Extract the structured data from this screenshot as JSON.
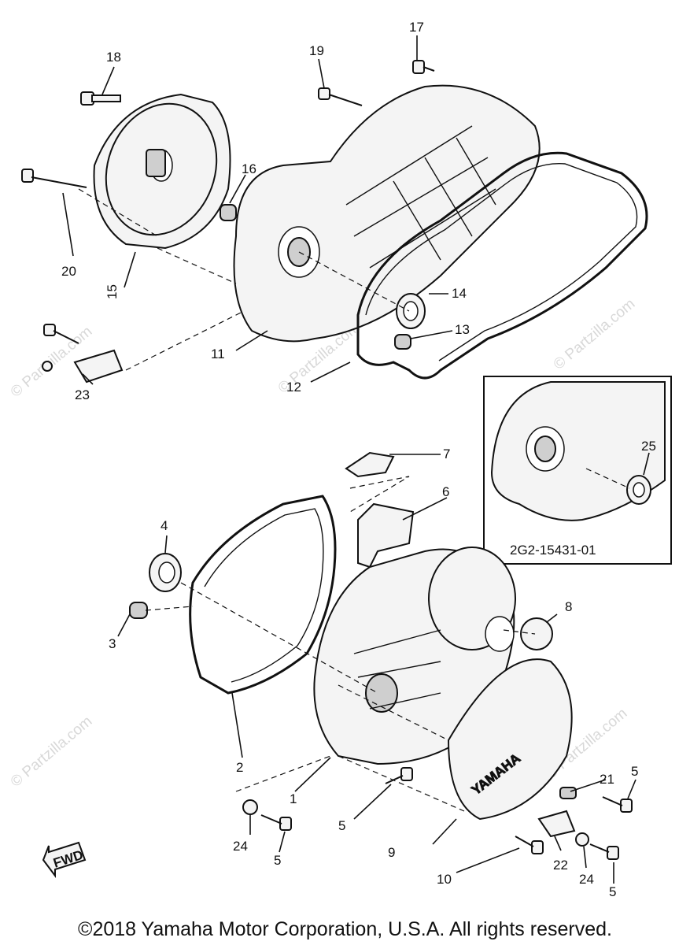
{
  "watermark_text": "© Partzilla.com",
  "inset_label": "2G2-15431-01",
  "fwd_label": "FWD",
  "brand_label": "YAMAHA",
  "copyright": "©2018 Yamaha Motor Corporation, U.S.A. All rights reserved.",
  "callouts": [
    "1",
    "2",
    "3",
    "4",
    "5",
    "5",
    "5",
    "5",
    "5",
    "6",
    "7",
    "8",
    "9",
    "10",
    "11",
    "12",
    "13",
    "14",
    "15",
    "16",
    "17",
    "18",
    "19",
    "20",
    "21",
    "22",
    "23",
    "24",
    "24",
    "25"
  ]
}
